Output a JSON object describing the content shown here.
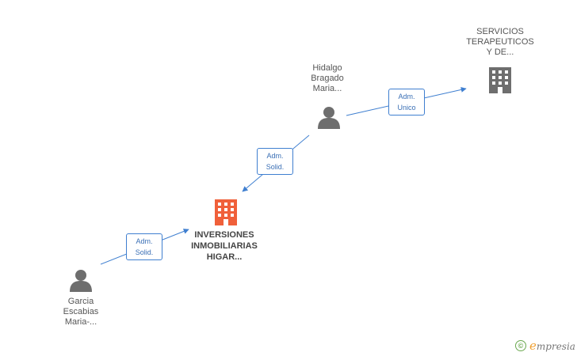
{
  "colors": {
    "edge": "#3f7fd0",
    "person": "#6e6e6e",
    "company": "#6e6e6e",
    "focus_company": "#f0603a"
  },
  "nodes": [
    {
      "id": "servicios",
      "kind": "company",
      "icon": "building-icon",
      "label": "SERVICIOS\nTERAPEUTICOS\nY DE..."
    },
    {
      "id": "hidalgo",
      "kind": "person",
      "icon": "person-icon",
      "label": "Hidalgo\nBragado\nMaria..."
    },
    {
      "id": "inversiones",
      "kind": "focus_company",
      "icon": "building-icon",
      "label": "INVERSIONES\nINMOBILIARIAS\nHIGAR..."
    },
    {
      "id": "garcia",
      "kind": "person",
      "icon": "person-icon",
      "label": "Garcia\nEscabias\nMaria-..."
    }
  ],
  "edges": [
    {
      "from": "hidalgo",
      "to": "servicios",
      "label": "Adm.\nUnico"
    },
    {
      "from": "hidalgo",
      "to": "inversiones",
      "label": "Adm.\nSolid."
    },
    {
      "from": "garcia",
      "to": "inversiones",
      "label": "Adm.\nSolid."
    }
  ],
  "brand": {
    "copyright": "©",
    "initial": "e",
    "rest": "mpresia"
  }
}
